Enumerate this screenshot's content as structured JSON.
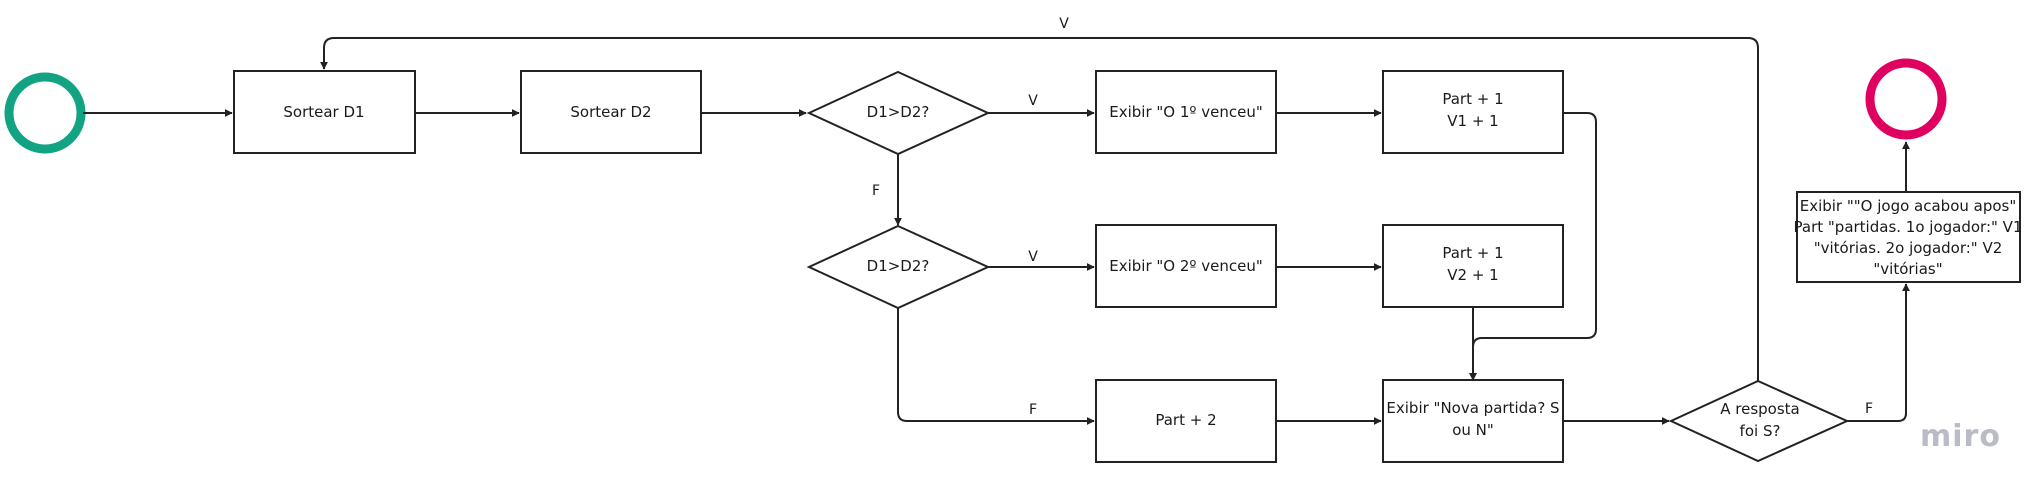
{
  "nodes": {
    "sortear_d1": "Sortear D1",
    "sortear_d2": "Sortear D2",
    "decision_1": "D1>D2?",
    "decision_2": "D1>D2?",
    "exibir_1_venceu": "Exibir \"O 1º venceu\"",
    "exibir_2_venceu": "Exibir \"O 2º venceu\"",
    "part_v1": [
      "Part + 1",
      "V1 + 1"
    ],
    "part_v2": [
      "Part + 1",
      "V2 + 1"
    ],
    "part_2": "Part + 2",
    "nova_partida": [
      "Exibir \"Nova partida? S",
      "ou N\""
    ],
    "resposta": [
      "A resposta",
      "foi S?"
    ],
    "final_message": [
      "Exibir \"\"O jogo acabou apos\"",
      "Part \"partidas. 1o jogador:\" V1",
      "\"vitórias. 2o jogador:\" V2",
      "\"vitórias\""
    ]
  },
  "edge_labels": {
    "loop_v": "V",
    "d1_v": "V",
    "d1_f": "F",
    "d2_v": "V",
    "d2_f": "F",
    "resposta_f": "F"
  },
  "watermark": "miro",
  "colors": {
    "start": "#12a383",
    "end": "#e0005f",
    "stroke": "#222222",
    "watermark": "#b9bcc6"
  }
}
